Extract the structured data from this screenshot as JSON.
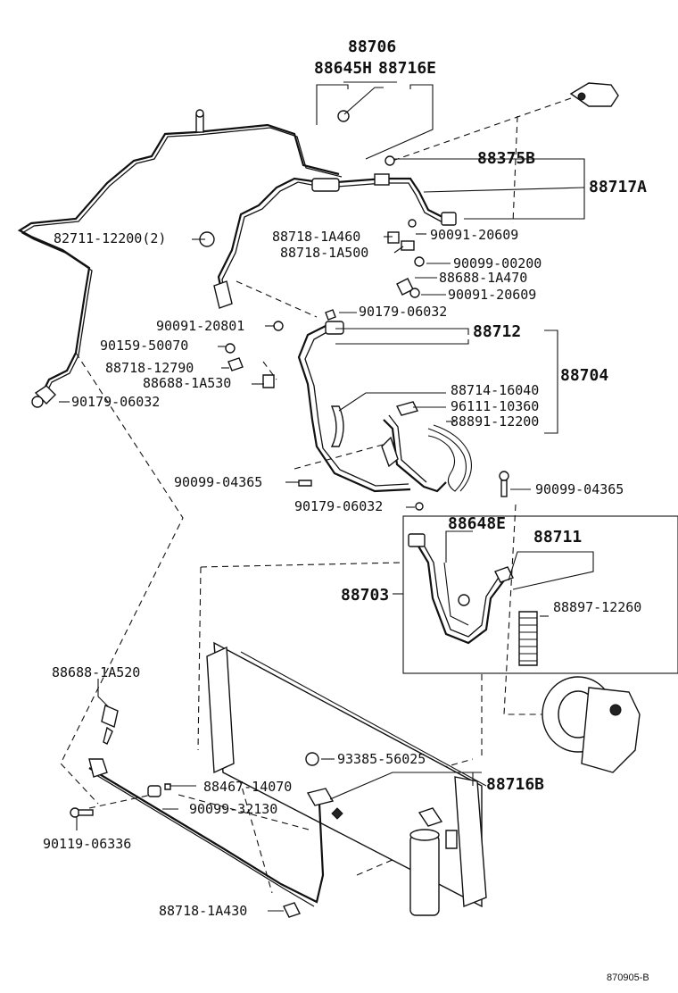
{
  "labels": {
    "p88706": "88706",
    "p88645H": "88645H",
    "p88716E": "88716E",
    "p88375B": "88375B",
    "p88717A": "88717A",
    "p82711": "82711-12200(2)",
    "p88718_1A460": "88718-1A460",
    "p90091_20609a": "90091-20609",
    "p88718_1A500": "88718-1A500",
    "p90099_00200": "90099-00200",
    "p88688_1A470": "88688-1A470",
    "p90091_20609b": "90091-20609",
    "p90179_06032a": "90179-06032",
    "p90091_20801": "90091-20801",
    "p88712": "88712",
    "p90159_50070": "90159-50070",
    "p88704": "88704",
    "p88718_12790": "88718-12790",
    "p88688_1A530": "88688-1A530",
    "p88714_16040": "88714-16040",
    "p90179_06032b": "90179-06032",
    "p96111_10360": "96111-10360",
    "p88891_12200": "88891-12200",
    "p90099_04365a": "90099-04365",
    "p90099_04365b": "90099-04365",
    "p90179_06032c": "90179-06032",
    "p88648E": "88648E",
    "p88711": "88711",
    "p88703": "88703",
    "p88897_12260": "88897-12260",
    "p88688_1A520": "88688-1A520",
    "p93385_56025": "93385-56025",
    "p88716B": "88716B",
    "p88467_14070": "88467-14070",
    "p90099_32130": "90099-32130",
    "p90119_06336": "90119-06336",
    "p88718_1A430": "88718-1A430",
    "code": "870905-B"
  }
}
